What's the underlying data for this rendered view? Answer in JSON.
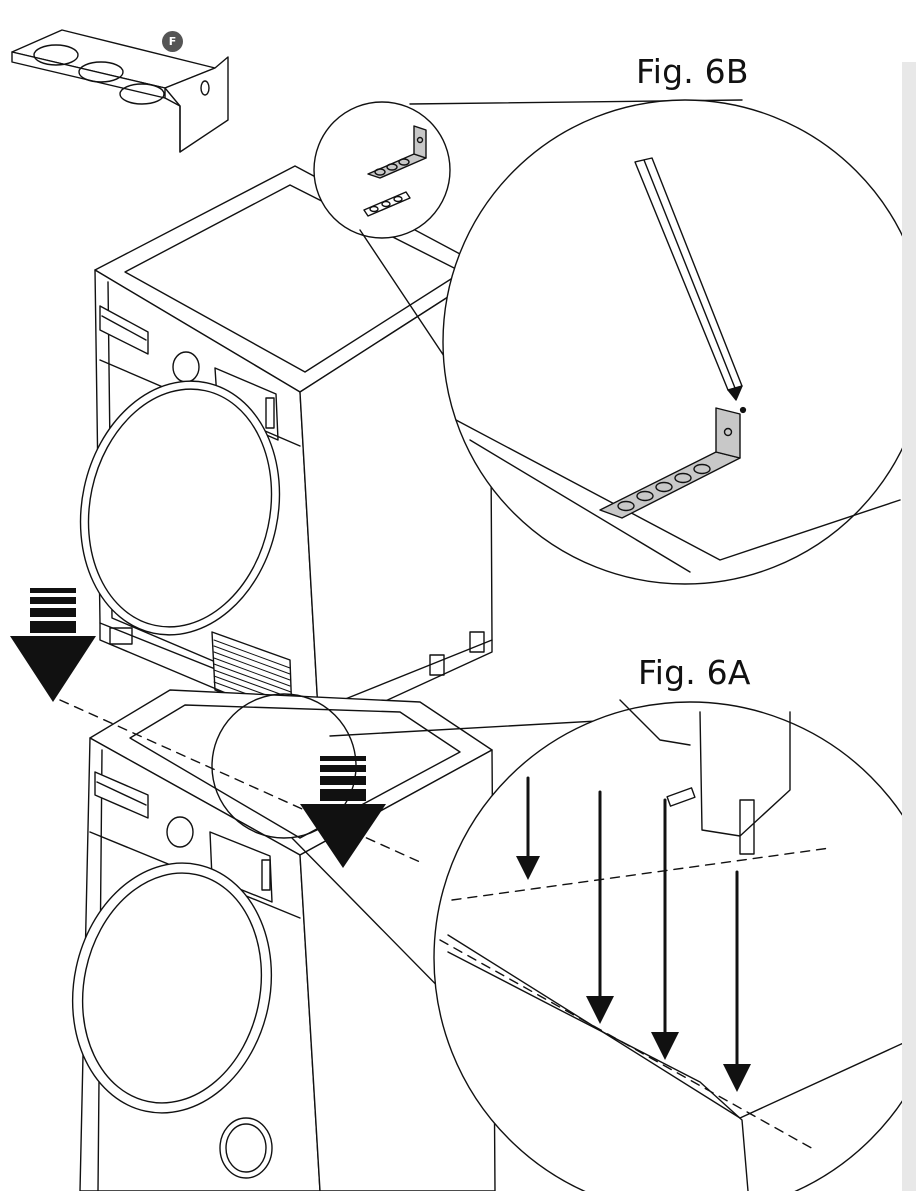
{
  "figures": {
    "fig_6b_label": "Fig. 6B",
    "fig_6a_label": "Fig. 6A"
  },
  "part": {
    "badge_letter": "F"
  },
  "colors": {
    "line": "#111111",
    "bracket_fill": "#c8c8c8",
    "arrow": "#111111",
    "sidebar": "#e8e8e8"
  }
}
